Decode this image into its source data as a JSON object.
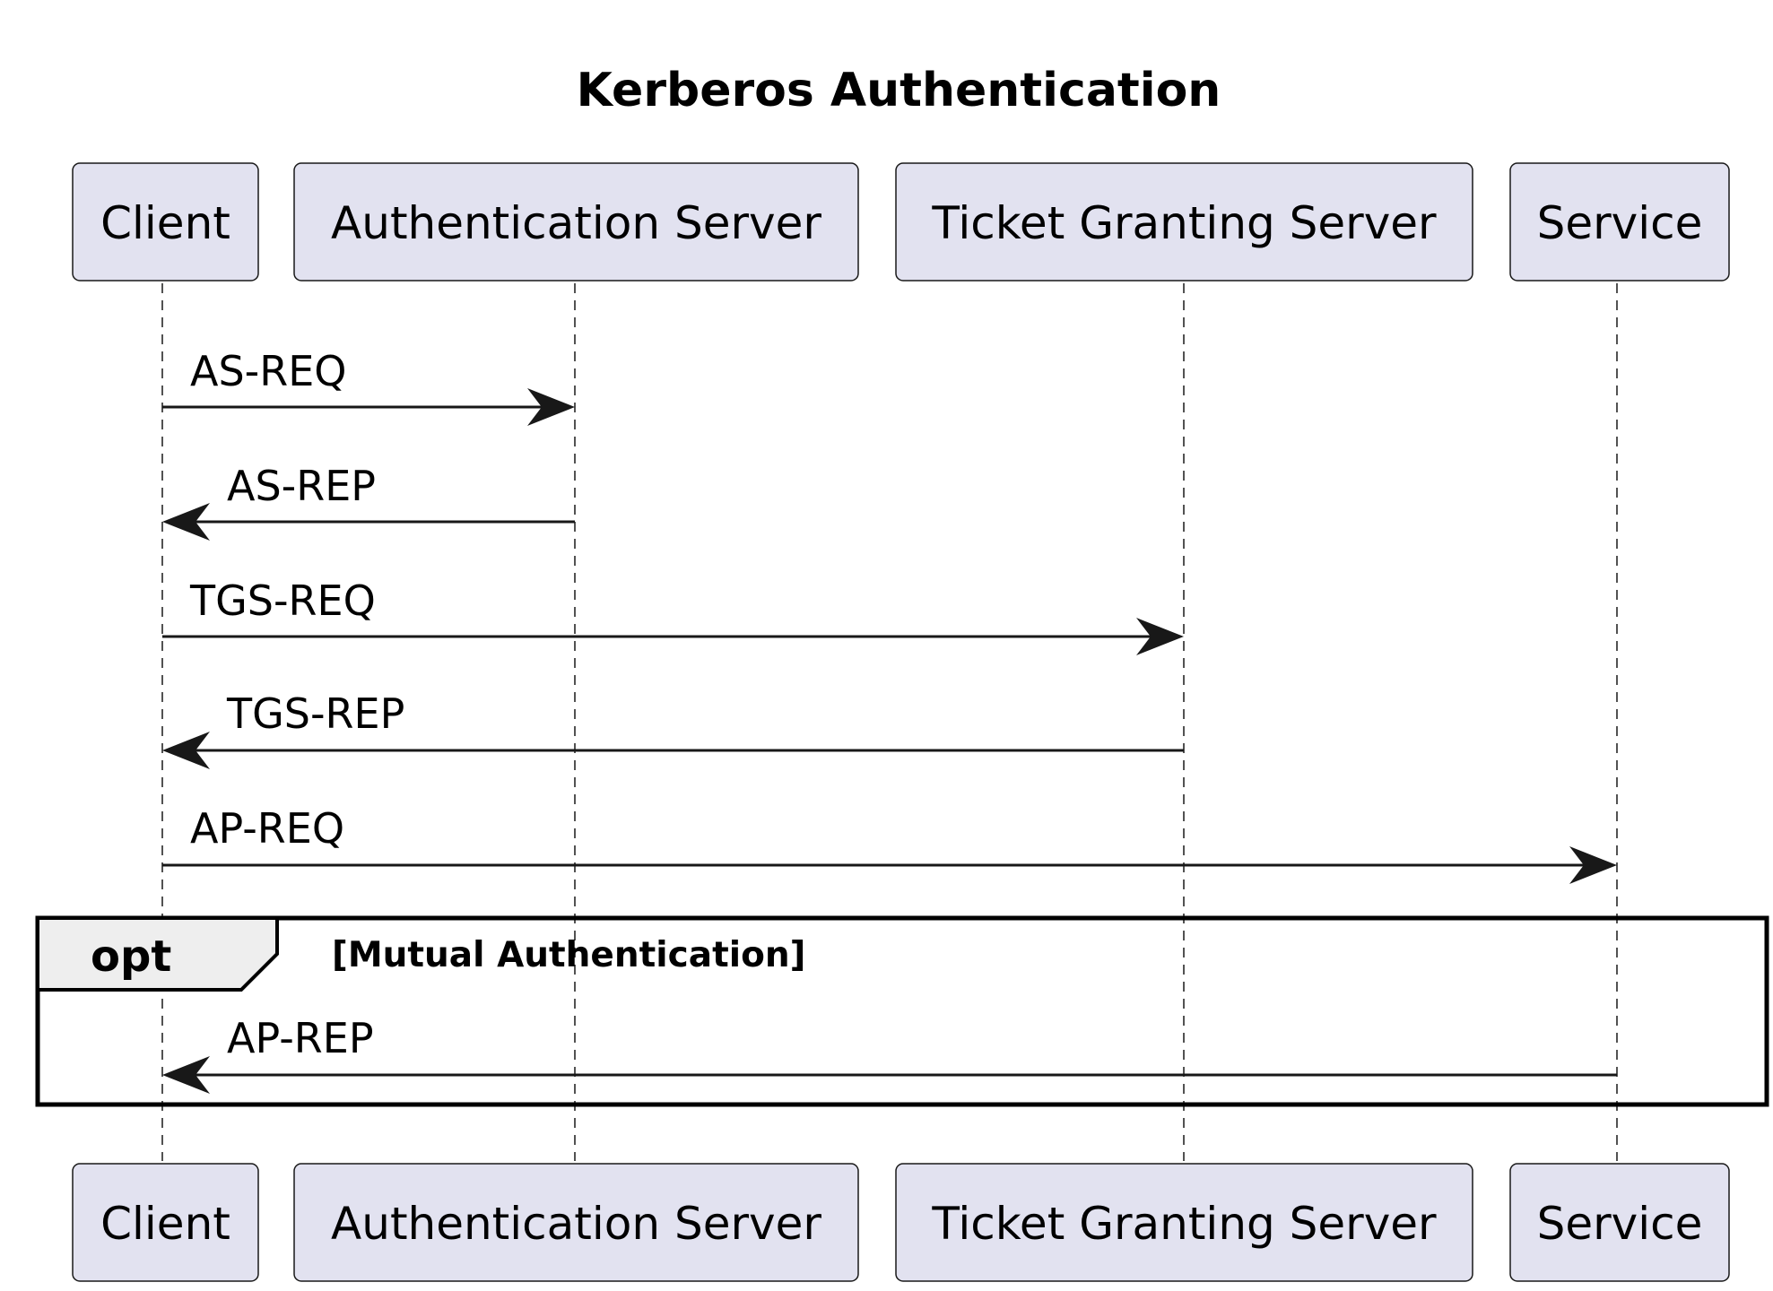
{
  "title": "Kerberos Authentication",
  "participants": [
    {
      "id": "client",
      "label": "Client"
    },
    {
      "id": "as",
      "label": "Authentication Server"
    },
    {
      "id": "tgs",
      "label": "Ticket Granting Server"
    },
    {
      "id": "service",
      "label": "Service"
    }
  ],
  "messages": [
    {
      "from": "client",
      "to": "as",
      "label": "AS-REQ"
    },
    {
      "from": "as",
      "to": "client",
      "label": "AS-REP"
    },
    {
      "from": "client",
      "to": "tgs",
      "label": "TGS-REQ"
    },
    {
      "from": "tgs",
      "to": "client",
      "label": "TGS-REP"
    },
    {
      "from": "client",
      "to": "service",
      "label": "AP-REQ"
    },
    {
      "from": "service",
      "to": "client",
      "label": "AP-REP"
    }
  ],
  "fragment": {
    "kind": "opt",
    "guard": "[Mutual Authentication]"
  },
  "colors": {
    "participant_fill": "#e2e2f0",
    "participant_border": "#181818",
    "fragment_tab_fill": "#eeeeee",
    "line": "#181818"
  }
}
